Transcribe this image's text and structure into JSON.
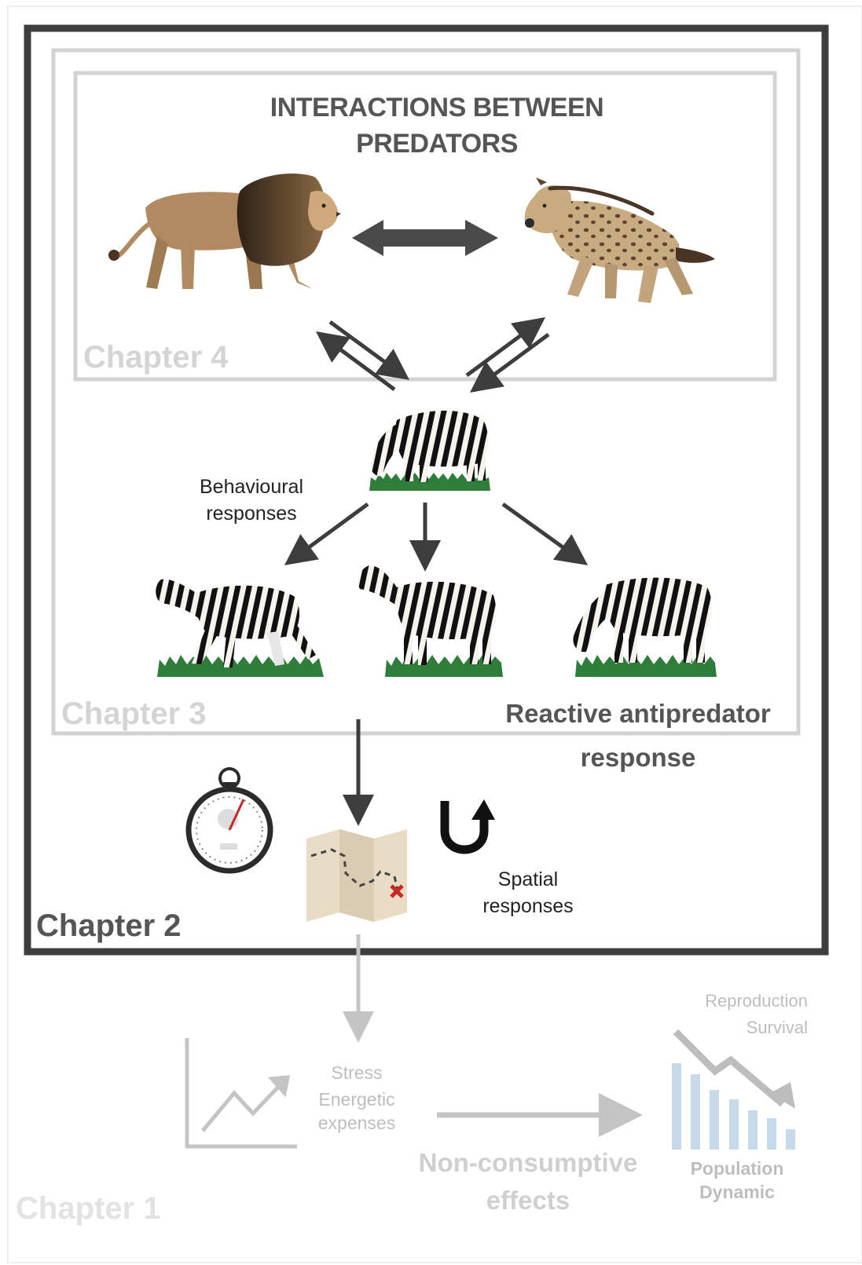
{
  "title": [
    "INTERACTIONS BETWEEN",
    "PREDATORS"
  ],
  "chapters": {
    "ch1": "Chapter 1",
    "ch2": "Chapter 2",
    "ch3": "Chapter 3",
    "ch4": "Chapter 4"
  },
  "labels": {
    "behavioural": [
      "Behavioural",
      "responses"
    ],
    "reactive": [
      "Reactive antipredator",
      "response"
    ],
    "spatial": [
      "Spatial",
      "responses"
    ],
    "stress": [
      "Stress",
      "Energetic",
      "expenses"
    ],
    "non_consumptive": [
      "Non-consumptive",
      "effects"
    ],
    "reproduction": "Reproduction",
    "survival": "Survival",
    "population": [
      "Population",
      "Dynamic"
    ]
  },
  "colors": {
    "dark": "#3d3d3d",
    "mid_gray": "#555555",
    "light_gray": "#c9c9c9",
    "faded": "#bfbfbf",
    "lion": "#b08a61",
    "mane": "#5a3b22",
    "hyena": "#c2a57c",
    "grass": "#2f7d3a",
    "map": "#e8dcc5",
    "red": "#c62828",
    "bars": "#b7cfe0"
  },
  "icons": [
    "lion-icon",
    "hyena-icon",
    "zebra-grazing-icon",
    "zebra-walking-icon",
    "zebra-standing-icon",
    "stopwatch-icon",
    "map-icon",
    "u-turn-icon",
    "line-chart-icon",
    "bar-chart-icon"
  ]
}
